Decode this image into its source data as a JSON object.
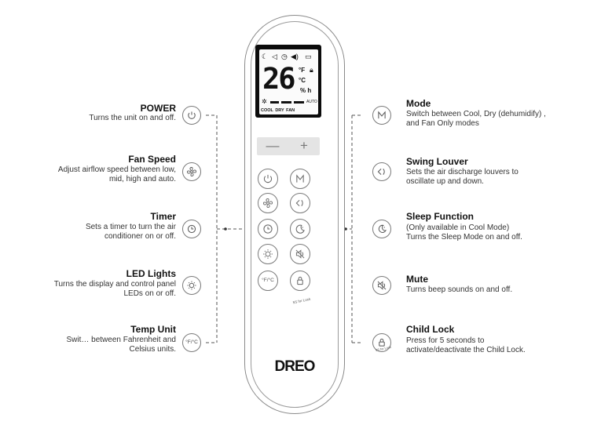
{
  "remote": {
    "brand": "DREO",
    "lcd": {
      "temperature": "26",
      "unit_f": "°F",
      "unit_c": "°C",
      "humidity": "% h",
      "fan_auto": "AUTO",
      "modes": "COOL DRY FAN"
    },
    "minus_label": "—",
    "plus_label": "+",
    "temp_unit_button_label": "°F/°C",
    "lock_sub_label": "5S for Lock"
  },
  "callouts_left": [
    {
      "title": "POWER",
      "desc": [
        "Turns the unit on and off."
      ],
      "icon": "power-icon"
    },
    {
      "title": "Fan Speed",
      "desc": [
        "Adjust airflow speed between low,",
        "mid, high and auto."
      ],
      "icon": "fan-icon"
    },
    {
      "title": "Timer",
      "desc": [
        "Sets a timer to turn the air",
        "conditioner on or off."
      ],
      "icon": "clock-icon"
    },
    {
      "title": "LED Lights",
      "desc": [
        "Turns the display and control panel",
        "LEDs on or off."
      ],
      "icon": "light-bulb-icon"
    },
    {
      "title": "Temp Unit",
      "desc": [
        "Swit… between Fahrenheit and",
        "Celsius units."
      ],
      "icon": "temp-unit-icon",
      "icon_label": "°F/°C"
    }
  ],
  "callouts_right": [
    {
      "title": "Mode",
      "desc": [
        "Switch between Cool, Dry (dehumidify) ,",
        "and Fan Only modes"
      ],
      "icon": "mode-icon"
    },
    {
      "title": "Swing Louver",
      "desc": [
        "Sets the air discharge louvers to",
        "oscillate up and down."
      ],
      "icon": "swing-louver-icon"
    },
    {
      "title": "Sleep Function",
      "desc": [
        "(Only available in Cool Mode)",
        "Turns the Sleep Mode on and off."
      ],
      "icon": "sleep-icon"
    },
    {
      "title": "Mute",
      "desc": [
        "Turns beep sounds on and off."
      ],
      "icon": "mute-icon"
    },
    {
      "title": "Child Lock",
      "desc": [
        "Press for 5 seconds to",
        "activate/deactivate the Child Lock."
      ],
      "icon": "lock-icon",
      "icon_label": "5S for Lock"
    }
  ]
}
